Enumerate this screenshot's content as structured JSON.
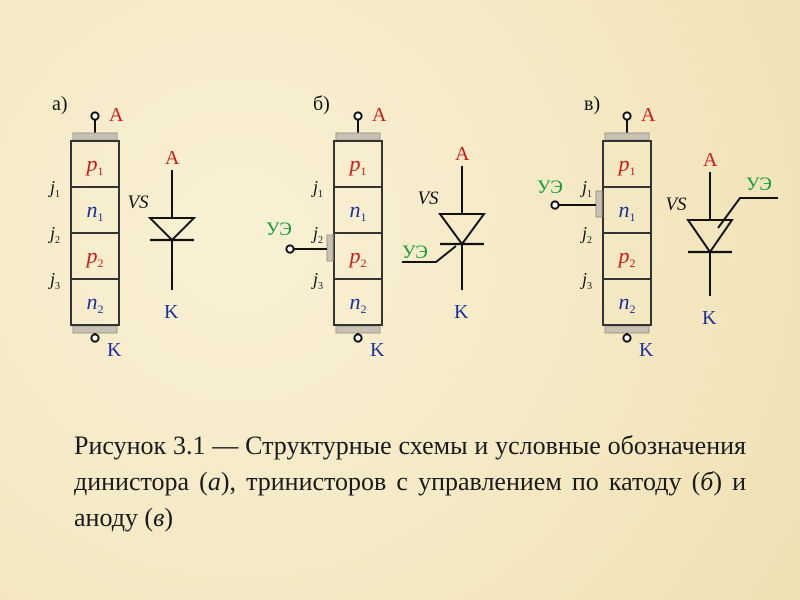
{
  "colors": {
    "red": "#d01818",
    "blue": "#1c2f9a",
    "green": "#129a3a",
    "black": "#111111",
    "electrode": "#c9c2b4"
  },
  "panels": [
    {
      "letter": "а)",
      "anode": "A",
      "cathode": "K",
      "layers": [
        {
          "base": "p",
          "sub": "1"
        },
        {
          "base": "n",
          "sub": "1"
        },
        {
          "base": "p",
          "sub": "2"
        },
        {
          "base": "n",
          "sub": "2"
        }
      ],
      "junctions": [
        {
          "base": "j",
          "sub": "1"
        },
        {
          "base": "j",
          "sub": "2"
        },
        {
          "base": "j",
          "sub": "3"
        }
      ],
      "symbol": {
        "label": "VS",
        "anode": "A",
        "cathode": "K"
      }
    },
    {
      "letter": "б)",
      "anode": "A",
      "cathode": "K",
      "gate": "УЭ",
      "layers": [
        {
          "base": "p",
          "sub": "1"
        },
        {
          "base": "n",
          "sub": "1"
        },
        {
          "base": "p",
          "sub": "2"
        },
        {
          "base": "n",
          "sub": "2"
        }
      ],
      "junctions": [
        {
          "base": "j",
          "sub": "1"
        },
        {
          "base": "j",
          "sub": "2"
        },
        {
          "base": "j",
          "sub": "3"
        }
      ],
      "symbol": {
        "label": "VS",
        "anode": "A",
        "cathode": "K",
        "gate": "УЭ"
      }
    },
    {
      "letter": "в)",
      "anode": "A",
      "cathode": "K",
      "gate": "УЭ",
      "layers": [
        {
          "base": "p",
          "sub": "1"
        },
        {
          "base": "n",
          "sub": "1"
        },
        {
          "base": "p",
          "sub": "2"
        },
        {
          "base": "n",
          "sub": "2"
        }
      ],
      "junctions": [
        {
          "base": "j",
          "sub": "1"
        },
        {
          "base": "j",
          "sub": "2"
        },
        {
          "base": "j",
          "sub": "3"
        }
      ],
      "symbol": {
        "label": "VS",
        "anode": "A",
        "cathode": "K",
        "gate": "УЭ"
      }
    }
  ],
  "caption": {
    "lead": "Рисунок 3.1 — Структурные схемы и условные обозначения динистора (",
    "a": "а",
    "mid": "), тринисторов с управлением по катоду (",
    "b": "б",
    "mid2": ") и аноду (",
    "c": "в",
    "tail": ")"
  }
}
